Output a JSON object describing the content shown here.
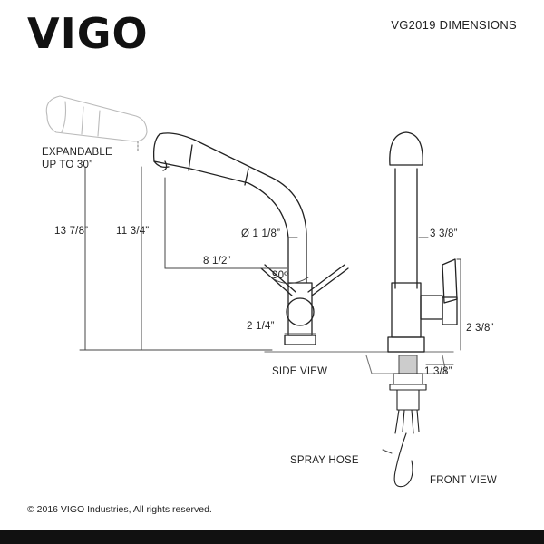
{
  "header": {
    "brand": "VIGO",
    "title": "VG2019 DIMENSIONS"
  },
  "labels": {
    "expandable_line1": "EXPANDABLE",
    "expandable_line2": "UP TO 30”",
    "height_total": "13 7/8”",
    "height_spout": "11 3/4”",
    "spout_diameter": "Ø 1 1/8”",
    "reach": "8 1/2”",
    "handle_angle": "90º",
    "base_diameter": "2 1/4”",
    "side_view": "SIDE VIEW",
    "handle_height": "3 3/8”",
    "base_height": "2 3/8”",
    "shank_diameter": "1 3/8”",
    "spray_hose": "SPRAY HOSE",
    "front_view": "FRONT VIEW"
  },
  "footer": {
    "copyright": "© 2016 VIGO Industries, All rights reserved."
  }
}
